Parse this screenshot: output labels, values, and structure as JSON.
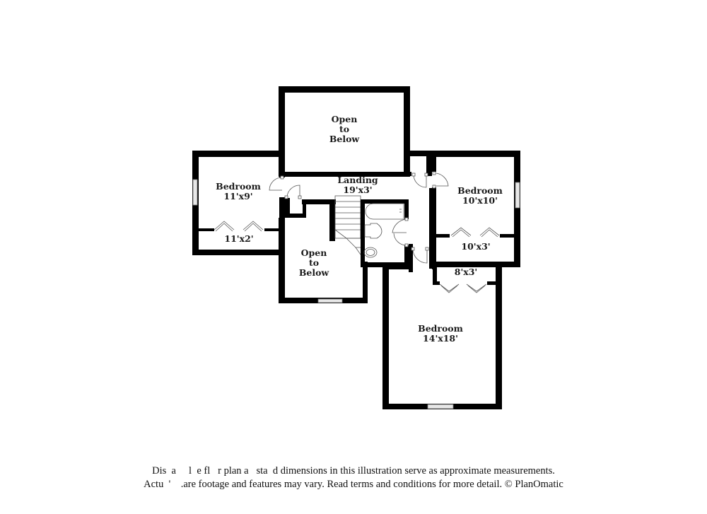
{
  "floorplan": {
    "rooms": [
      {
        "id": "open-to-below-top",
        "name": "Open\nto\nBelow",
        "lines": [
          "Open",
          "to",
          "Below"
        ],
        "dimensions": ""
      },
      {
        "id": "bedroom-left",
        "name": "Bedroom",
        "dimensions": "11'x9'"
      },
      {
        "id": "closet-left",
        "name": "",
        "dimensions": "11'x2'"
      },
      {
        "id": "landing",
        "name": "Landing",
        "dimensions": "19'x3'"
      },
      {
        "id": "open-to-below-middle",
        "name": "Open\nto\nBelow",
        "lines": [
          "Open",
          "to",
          "Below"
        ],
        "dimensions": ""
      },
      {
        "id": "bedroom-right",
        "name": "Bedroom",
        "dimensions": "10'x10'"
      },
      {
        "id": "closet-right",
        "name": "",
        "dimensions": "10'x3'"
      },
      {
        "id": "closet-bottom",
        "name": "",
        "dimensions": "8'x3'"
      },
      {
        "id": "bedroom-bottom",
        "name": "Bedroom",
        "dimensions": "14'x18'"
      }
    ],
    "labels": {
      "open_top": [
        "Open",
        "to",
        "Below"
      ],
      "bedroom_left": {
        "name": "Bedroom",
        "dim": "11'x9'"
      },
      "closet_left": "11'x2'",
      "landing": {
        "name": "Landing",
        "dim": "19'x3'"
      },
      "open_mid": [
        "Open",
        "to",
        "Below"
      ],
      "bedroom_right": {
        "name": "Bedroom",
        "dim": "10'x10'"
      },
      "closet_right": "10'x3'",
      "closet_bottom": "8'x3'",
      "bedroom_bottom": {
        "name": "Bedroom",
        "dim": "14'x18'"
      }
    },
    "fixtures": [
      "stairs",
      "bathtub",
      "toilet",
      "sink",
      "bifold-closet-doors",
      "swing-doors",
      "windows"
    ]
  },
  "disclaimer": {
    "line1": "Dis  a     l  e fl   r plan a   sta  d dimensions in this illustration serve as approximate measurements.",
    "line2": "Actu  '    .are footage and features may vary. Read terms and conditions for more detail. © PlanOmatic"
  }
}
